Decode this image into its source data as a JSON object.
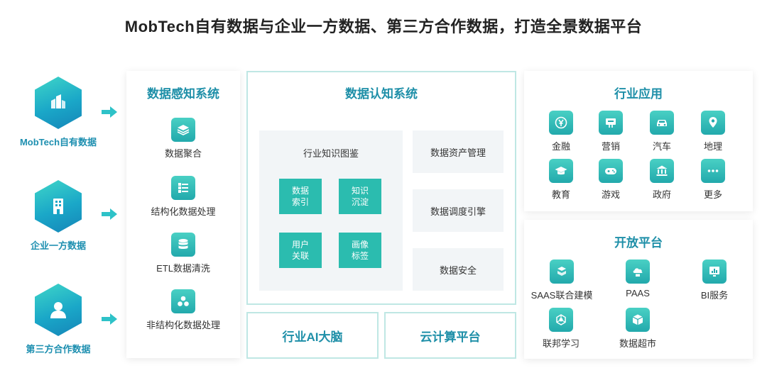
{
  "title": "MobTech自有数据与企业一方数据、第三方合作数据，打造全景数据平台",
  "sources": [
    {
      "label": "MobTech自有数据",
      "icon": "building-blocks-icon"
    },
    {
      "label": "企业一方数据",
      "icon": "office-building-icon"
    },
    {
      "label": "第三方合作数据",
      "icon": "person-icon"
    }
  ],
  "perception": {
    "title": "数据感知系统",
    "items": [
      {
        "label": "数据聚合",
        "icon": "layers-icon"
      },
      {
        "label": "结构化数据处理",
        "icon": "list-icon"
      },
      {
        "label": "ETL数据清洗",
        "icon": "database-icon"
      },
      {
        "label": "非结构化数据处理",
        "icon": "clusters-icon"
      }
    ]
  },
  "cognition": {
    "title": "数据认知系统",
    "knowledge": {
      "title": "行业知识图鉴",
      "chips": [
        "数据\n索引",
        "知识\n沉淀",
        "用户\n关联",
        "画像\n标签"
      ]
    },
    "management": [
      "数据资产管理",
      "数据调度引擎",
      "数据安全"
    ]
  },
  "bottom": {
    "ai_brain": "行业AI大脑",
    "cloud": "云计算平台"
  },
  "industry": {
    "title": "行业应用",
    "items": [
      {
        "label": "金融",
        "icon": "yen-icon"
      },
      {
        "label": "营销",
        "icon": "billboard-icon"
      },
      {
        "label": "汽车",
        "icon": "car-icon"
      },
      {
        "label": "地理",
        "icon": "map-pin-icon"
      },
      {
        "label": "教育",
        "icon": "graduation-cap-icon"
      },
      {
        "label": "游戏",
        "icon": "gamepad-icon"
      },
      {
        "label": "政府",
        "icon": "government-building-icon"
      },
      {
        "label": "更多",
        "icon": "more-dots-icon"
      }
    ]
  },
  "open": {
    "title": "开放平台",
    "items": [
      {
        "label": "SAAS联合建模",
        "icon": "cube-stack-icon"
      },
      {
        "label": "PAAS",
        "icon": "cloud-server-icon"
      },
      {
        "label": "BI服务",
        "icon": "bar-chart-icon"
      },
      {
        "label": "联邦学习",
        "icon": "network-icon"
      },
      {
        "label": "数据超市",
        "icon": "box-icon"
      }
    ]
  },
  "colors": {
    "accent": "#1e8fa8",
    "teal": "#2bbcaf",
    "panel_border": "#bfe7e4"
  }
}
